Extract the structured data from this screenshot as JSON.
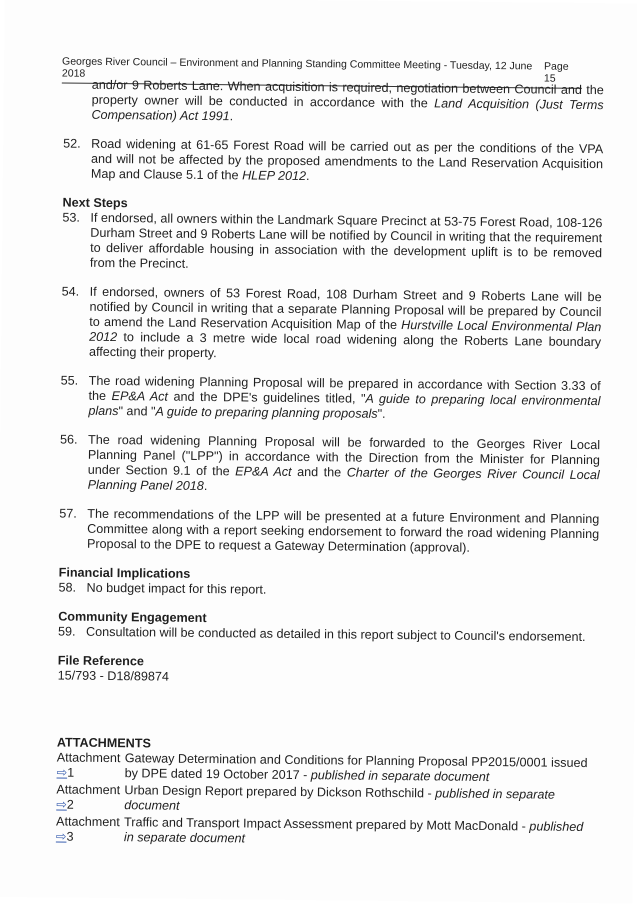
{
  "header": {
    "title": "Georges River Council – Environment and Planning Standing Committee Meeting -  Tuesday, 12 June 2018",
    "page": "Page 15"
  },
  "paragraphs": [
    {
      "num": "",
      "runs": [
        {
          "t": "and/or 9 Roberts Lane. When acquisition is required, negotiation between Council and the property owner will be conducted in accordance with the "
        },
        {
          "t": "Land Acquisition (Just Terms Compensation) Act 1991",
          "i": true
        },
        {
          "t": "."
        }
      ]
    },
    {
      "num": "52.",
      "runs": [
        {
          "t": "Road widening at 61-65 Forest Road will be carried out as per the conditions of the VPA and will not be affected by the proposed amendments to the Land Reservation Acquisition Map and Clause 5.1 of the "
        },
        {
          "t": "HLEP 2012",
          "i": true
        },
        {
          "t": "."
        }
      ]
    }
  ],
  "next_steps": {
    "heading": "Next Steps",
    "paragraphs": [
      {
        "num": "53.",
        "runs": [
          {
            "t": "If endorsed, all owners within the Landmark Square Precinct at 53-75 Forest Road, 108-126 Durham Street and 9 Roberts Lane will be notified by Council in writing that the requirement to deliver affordable housing in association with the development uplift is to be removed from the Precinct."
          }
        ]
      },
      {
        "num": "54.",
        "runs": [
          {
            "t": "If endorsed, owners of 53 Forest Road, 108 Durham Street and 9 Roberts Lane will be notified by Council in writing that a separate Planning Proposal will be prepared by Council to amend the Land Reservation Acquisition Map of the "
          },
          {
            "t": "Hurstville Local Environmental Plan 2012",
            "i": true
          },
          {
            "t": " to include a 3 metre wide local road widening along the Roberts Lane boundary affecting their property."
          }
        ]
      },
      {
        "num": "55.",
        "runs": [
          {
            "t": "The road widening Planning Proposal will be prepared in accordance with Section 3.33 of the "
          },
          {
            "t": "EP&A Act",
            "i": true
          },
          {
            "t": " and the DPE's guidelines titled, \""
          },
          {
            "t": "A guide to preparing local environmental plans",
            "i": true
          },
          {
            "t": "\" and \""
          },
          {
            "t": "A guide to preparing planning proposals",
            "i": true
          },
          {
            "t": "\"."
          }
        ]
      },
      {
        "num": "56.",
        "runs": [
          {
            "t": "The road widening Planning Proposal will be forwarded to the Georges River Local Planning Panel (\"LPP\") in accordance with the Direction from the Minister for Planning under Section 9.1 of the "
          },
          {
            "t": "EP&A Act",
            "i": true
          },
          {
            "t": " and the "
          },
          {
            "t": "Charter of the Georges River Council Local Planning Panel 2018",
            "i": true
          },
          {
            "t": "."
          }
        ]
      },
      {
        "num": "57.",
        "runs": [
          {
            "t": "The recommendations of the LPP will be presented at a future Environment and Planning Committee along with a report seeking endorsement to forward the road widening Planning Proposal to the DPE to request a Gateway Determination (approval)."
          }
        ]
      }
    ]
  },
  "financial": {
    "heading": "Financial Implications",
    "num": "58.",
    "text": "No budget impact for this report."
  },
  "community": {
    "heading": "Community Engagement",
    "num": "59.",
    "text": "Consultation will be conducted as detailed in this report subject to Council's endorsement."
  },
  "file_ref": {
    "heading": "File Reference",
    "text": "15/793 - D18/89874"
  },
  "attachments": {
    "heading": "ATTACHMENTS",
    "items": [
      {
        "label": "Attachment",
        "num": "1",
        "runs": [
          {
            "t": "Gateway Determination and Conditions for Planning Proposal PP2015/0001 issued by DPE dated 19 October 2017 - "
          },
          {
            "t": "published in separate document",
            "i": true
          }
        ]
      },
      {
        "label": "Attachment",
        "num": "2",
        "runs": [
          {
            "t": "Urban Design Report prepared by Dickson Rothschild - "
          },
          {
            "t": "published in separate document",
            "i": true
          }
        ]
      },
      {
        "label": "Attachment",
        "num": "3",
        "runs": [
          {
            "t": "Traffic and Transport Impact Assessment prepared by Mott MacDonald - "
          },
          {
            "t": "published in separate document",
            "i": true
          }
        ]
      }
    ]
  }
}
